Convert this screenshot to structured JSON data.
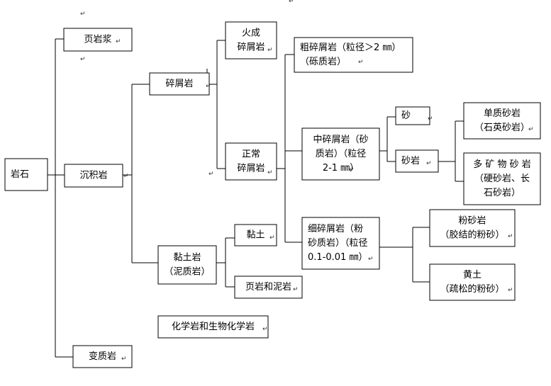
{
  "colors": {
    "stroke": "#000000",
    "fill": "#ffffff",
    "text": "#000000"
  },
  "paragraph_mark": "↵",
  "nodes": [
    {
      "id": "rock",
      "lines": [
        "岩石"
      ]
    },
    {
      "id": "shale-slurry",
      "lines": [
        "页岩浆"
      ]
    },
    {
      "id": "sedimentary",
      "lines": [
        "沉积岩"
      ]
    },
    {
      "id": "metamorphic",
      "lines": [
        "变质岩"
      ]
    },
    {
      "id": "clastic",
      "lines": [
        "碎屑岩"
      ]
    },
    {
      "id": "clay-rock",
      "lines": [
        "黏土岩",
        "（泥质岩）"
      ]
    },
    {
      "id": "chemical",
      "lines": [
        "化学岩和生物化学岩"
      ]
    },
    {
      "id": "volcanic-clastic",
      "lines": [
        "火成",
        "碎屑岩"
      ]
    },
    {
      "id": "normal-clastic",
      "lines": [
        "正常",
        "碎屑岩"
      ]
    },
    {
      "id": "clay",
      "lines": [
        "黏土"
      ]
    },
    {
      "id": "shale-mudstone",
      "lines": [
        "页岩和泥岩"
      ]
    },
    {
      "id": "coarse-clastic",
      "lines": [
        "粗碎屑岩（粒径＞2 ㎜）",
        "（砾质岩）"
      ]
    },
    {
      "id": "medium-clastic",
      "lines": [
        "中碎屑岩（砂",
        "质岩）（粒径",
        "2-1 ㎜）"
      ]
    },
    {
      "id": "fine-clastic",
      "lines": [
        "细碎屑岩（粉",
        "砂质岩）（粒径",
        "0.1-0.01 ㎜）"
      ]
    },
    {
      "id": "sand",
      "lines": [
        "砂"
      ]
    },
    {
      "id": "sandstone",
      "lines": [
        "砂岩"
      ]
    },
    {
      "id": "mono-sandstone",
      "lines": [
        "单质砂岩",
        "（石英砂岩）"
      ]
    },
    {
      "id": "poly-sandstone",
      "lines": [
        "多 矿 物 砂 岩",
        "（硬砂岩、长",
        "石砂岩）"
      ]
    },
    {
      "id": "siltstone",
      "lines": [
        "粉砂岩",
        "（胶结的粉砂）"
      ]
    },
    {
      "id": "loess",
      "lines": [
        "黄土",
        "（疏松的粉砂）"
      ]
    }
  ]
}
